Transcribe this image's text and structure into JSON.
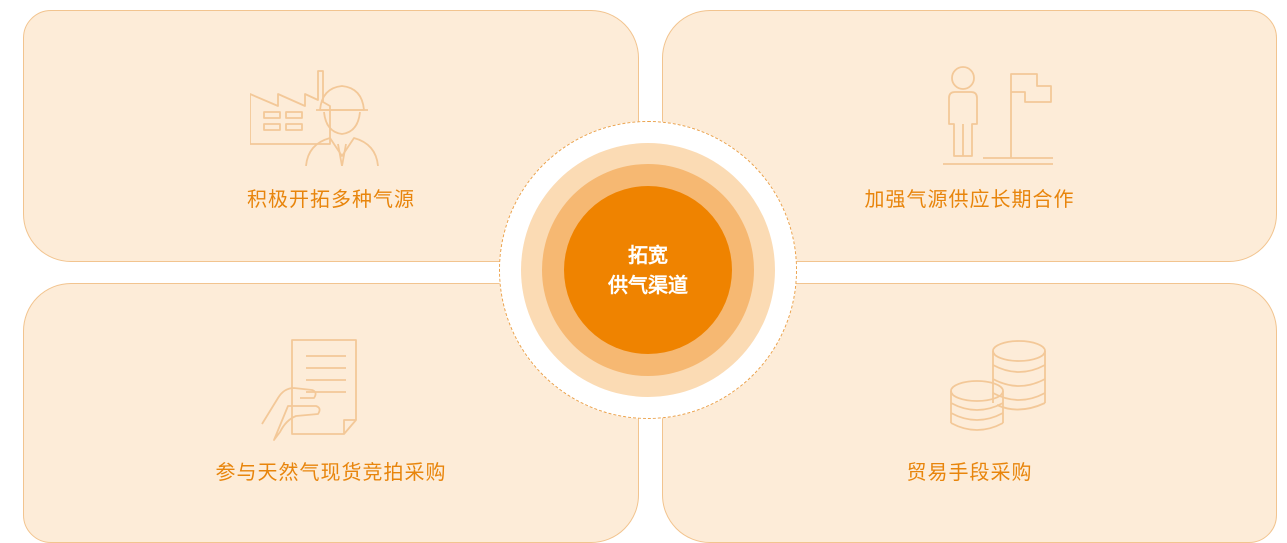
{
  "center": {
    "line1": "拓宽",
    "line2": "供气渠道"
  },
  "cards": {
    "top_left": {
      "label": "积极开拓多种气源",
      "icon": "factory-worker-icon"
    },
    "top_right": {
      "label": "加强气源供应长期合作",
      "icon": "person-flag-icon"
    },
    "bottom_left": {
      "label": "参与天然气现货竞拍采购",
      "icon": "hand-document-icon"
    },
    "bottom_right": {
      "label": "贸易手段采购",
      "icon": "coin-stacks-icon"
    }
  },
  "colors": {
    "card_bg": "#fdecd8",
    "card_border": "#f2c48f",
    "accent": "#e8850c",
    "core": "#ef8300",
    "ring_light": "#fbdbb4",
    "ring_mid": "#f6b872",
    "icon_stroke": "#f3c898"
  }
}
